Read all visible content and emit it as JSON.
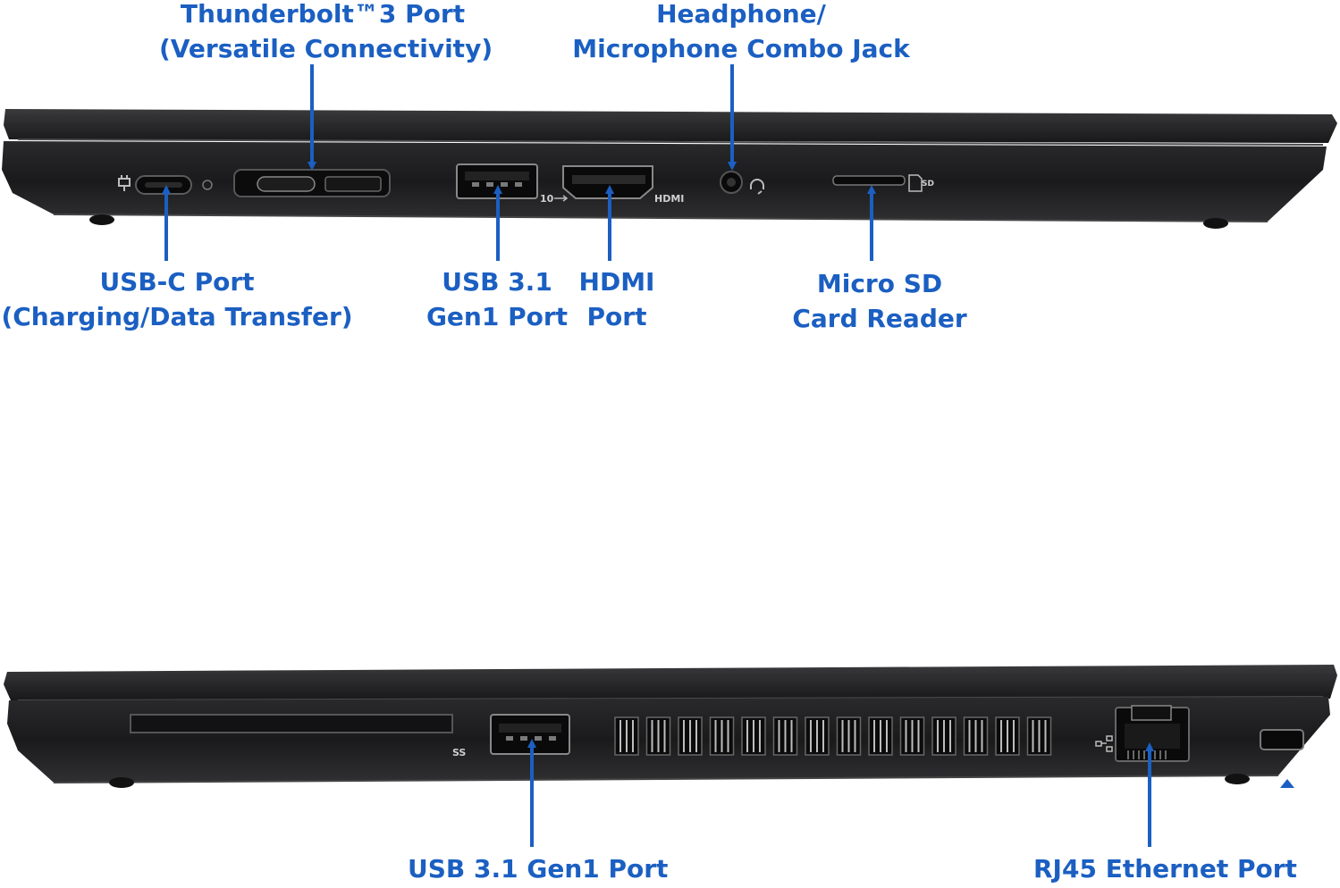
{
  "colors": {
    "label": "#1b5fc2",
    "arrow": "#1b5fc2",
    "chassis": "#1c1c1e",
    "port": "#0a0a0a"
  },
  "top_view": {
    "labels": {
      "thunderbolt": [
        "Thunderbolt™3 Port",
        "(Versatile Connectivity)"
      ],
      "headphone": [
        "Headphone/",
        "Microphone Combo Jack"
      ],
      "usbc": [
        "USB-C Port",
        "(Charging/Data Transfer)"
      ],
      "usb31": [
        "USB 3.1",
        "Gen1 Port"
      ],
      "hdmi": [
        "HDMI",
        "Port"
      ],
      "microsd": [
        "Micro SD",
        "Card Reader"
      ]
    },
    "port_markings": {
      "hdmi": "HDMI",
      "usb_speed": "10",
      "sd": "SD"
    }
  },
  "bottom_view": {
    "labels": {
      "usb31": "USB 3.1 Gen1 Port",
      "rj45": "RJ45 Ethernet Port"
    },
    "port_markings": {
      "usb": "SS"
    }
  }
}
